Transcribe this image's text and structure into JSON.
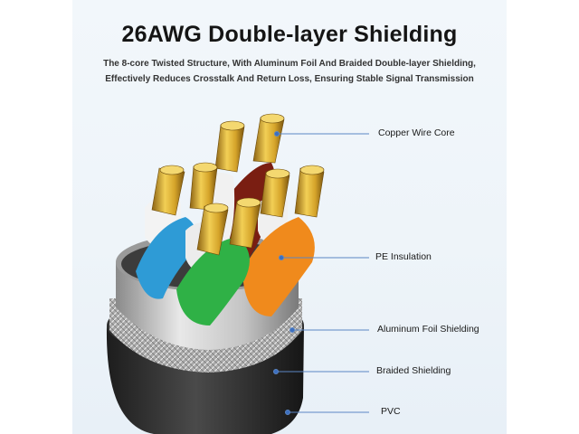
{
  "heading": "26AWG Double-layer Shielding",
  "description": [
    "The 8-core Twisted Structure, With Aluminum Foil And Braided Double-layer Shielding,",
    "Effectively Reduces Crosstalk And Return Loss, Ensuring Stable Signal Transmission"
  ],
  "callouts": {
    "copper": "Copper Wire Core",
    "pe": "PE Insulation",
    "foil": "Aluminum Foil Shielding",
    "braid": "Braided Shielding",
    "pvc": "PVC"
  },
  "colors": {
    "accent_line": "#5b86c4",
    "copper": "#d6a928",
    "jacket": "#2b2b2b",
    "foil": "#b8b8b8"
  }
}
